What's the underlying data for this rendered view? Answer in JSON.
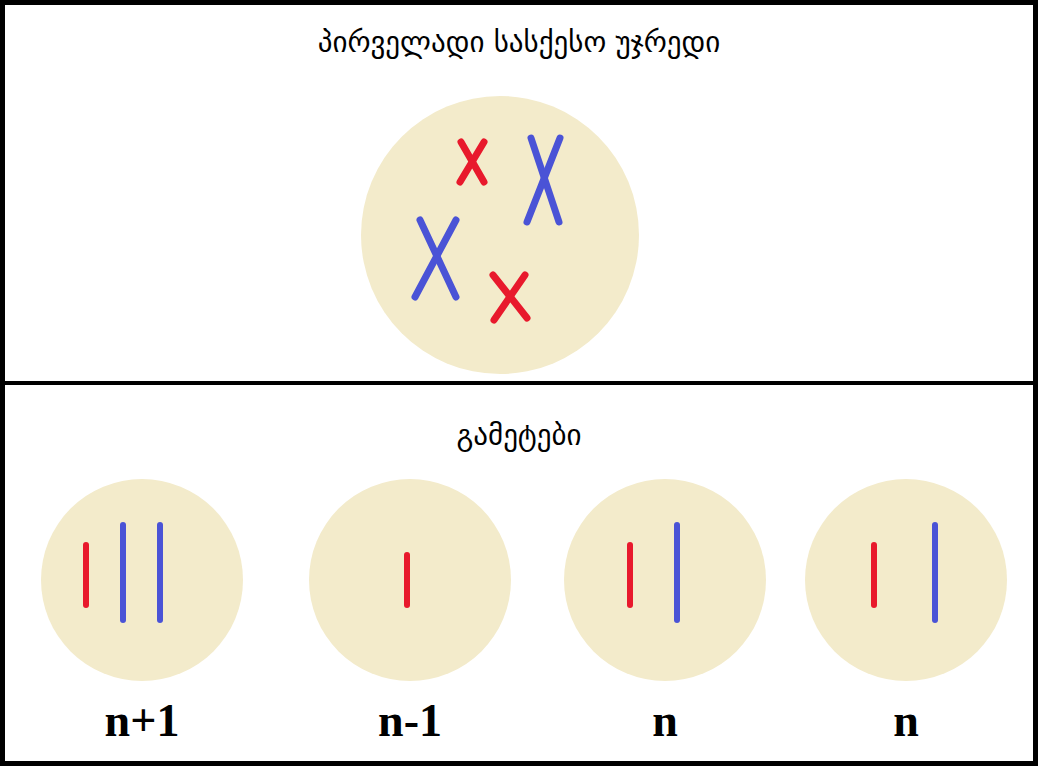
{
  "diagram": {
    "nodes": [
      {
        "text": [
          "პირველადი სასქესო უჯრედი"
        ]
      },
      {
        "text": [
          "გამეტები"
        ]
      },
      {
        "text": [
          "n+1"
        ],
        "in": 1
      },
      {
        "text": [
          "n-1"
        ],
        "in": 1
      },
      {
        "text": [
          "n"
        ],
        "in": 1
      },
      {
        "text": [
          "n"
        ],
        "in": 1
      }
    ]
  }
}
